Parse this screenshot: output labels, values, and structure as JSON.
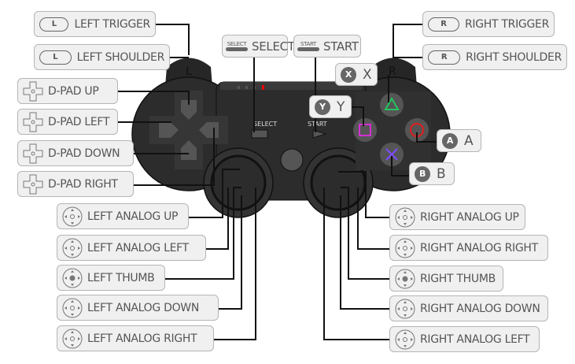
{
  "colors": {
    "body": "#2c2c2c",
    "triangle": "#22c55e",
    "circle": "#e11d1d",
    "square": "#d62fd6",
    "cross": "#7c4dff",
    "label_bg": "#f0f0f0"
  },
  "controller": {
    "left_shoulder_mark": "L",
    "right_shoulder_mark": "R",
    "select_text": "SELECT",
    "start_text": "START"
  },
  "labels": {
    "left_trigger": {
      "icon": "L-button-icon",
      "badge": "L",
      "text": "LEFT TRIGGER"
    },
    "left_shoulder": {
      "icon": "L-button-icon",
      "badge": "L",
      "text": "LEFT SHOULDER"
    },
    "dpad_up": {
      "icon": "dpad-icon",
      "text": "D-PAD UP"
    },
    "dpad_left": {
      "icon": "dpad-icon",
      "text": "D-PAD LEFT"
    },
    "dpad_down": {
      "icon": "dpad-icon",
      "text": "D-PAD DOWN"
    },
    "dpad_right": {
      "icon": "dpad-icon",
      "text": "D-PAD RIGHT"
    },
    "left_analog_up": {
      "icon": "analog-icon",
      "text": "LEFT ANALOG UP"
    },
    "left_analog_left": {
      "icon": "analog-icon",
      "text": "LEFT ANALOG LEFT"
    },
    "left_thumb": {
      "icon": "thumb-icon",
      "text": "LEFT THUMB"
    },
    "left_analog_down": {
      "icon": "analog-icon",
      "text": "LEFT ANALOG DOWN"
    },
    "left_analog_right": {
      "icon": "analog-icon",
      "text": "LEFT ANALOG RIGHT"
    },
    "select": {
      "icon": "select-icon",
      "badge": "SELECT",
      "text": "SELECT"
    },
    "start": {
      "icon": "start-icon",
      "badge": "START",
      "text": "START"
    },
    "right_trigger": {
      "icon": "R-button-icon",
      "badge": "R",
      "text": "RIGHT TRIGGER"
    },
    "right_shoulder": {
      "icon": "R-button-icon",
      "badge": "R",
      "text": "RIGHT SHOULDER"
    },
    "x": {
      "icon": "x-button-icon",
      "badge": "X",
      "text": "X"
    },
    "y": {
      "icon": "y-button-icon",
      "badge": "Y",
      "text": "Y"
    },
    "a": {
      "icon": "a-button-icon",
      "badge": "A",
      "text": "A"
    },
    "b": {
      "icon": "b-button-icon",
      "badge": "B",
      "text": "B"
    },
    "right_analog_up": {
      "icon": "analog-icon",
      "text": "RIGHT ANALOG UP"
    },
    "right_analog_right": {
      "icon": "analog-icon",
      "text": "RIGHT ANALOG RIGHT"
    },
    "right_thumb": {
      "icon": "thumb-icon",
      "text": "RIGHT THUMB"
    },
    "right_analog_down": {
      "icon": "analog-icon",
      "text": "RIGHT ANALOG DOWN"
    },
    "right_analog_left": {
      "icon": "analog-icon",
      "text": "RIGHT ANALOG LEFT"
    }
  }
}
